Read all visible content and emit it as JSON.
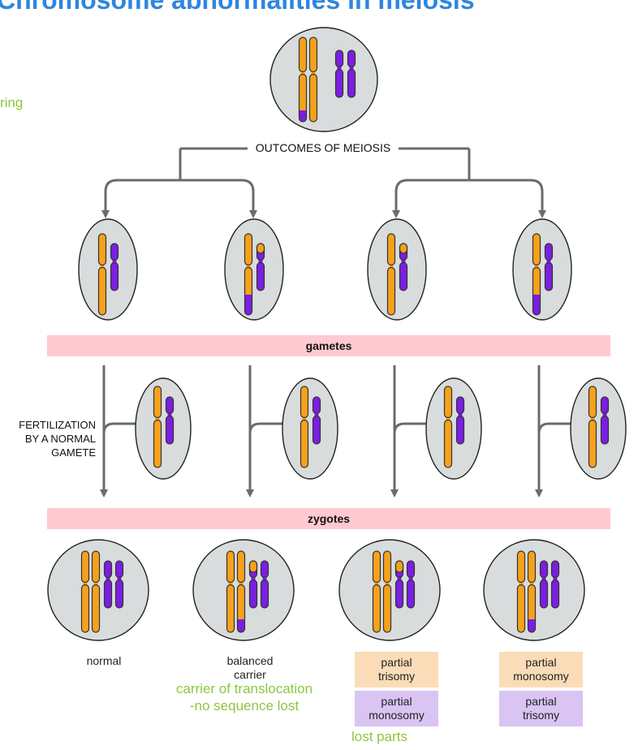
{
  "title": "Chromosome abnormalities in meiosis",
  "side_fragment": "ring",
  "outcomes_label": "OUTCOMES OF MEIOSIS",
  "gametes_label": "gametes",
  "zygotes_label": "zygotes",
  "fertilization_label_1": "FERTILIZATION",
  "fertilization_label_2": "BY A NORMAL",
  "fertilization_label_3": "GAMETE",
  "zygote_labels": {
    "z1": "normal",
    "z2_line1": "balanced",
    "z2_line2": "carrier",
    "z3_box1_line1": "partial",
    "z3_box1_line2": "trisomy",
    "z3_box2_line1": "partial",
    "z3_box2_line2": "monosomy",
    "z4_box1_line1": "partial",
    "z4_box1_line2": "monosomy",
    "z4_box2_line1": "partial",
    "z4_box2_line2": "trisomy"
  },
  "annotations": {
    "carrier_line1": "carrier of translocation",
    "carrier_line2": "-no sequence lost",
    "lost_parts": "lost parts"
  },
  "colors": {
    "orange": "#f5a11c",
    "purple": "#7a1fe0",
    "cell_fill": "#d9dcdc",
    "band_pink": "#ffc9d1",
    "title_blue": "#2e86de",
    "annotation_green": "#8dc63f"
  }
}
